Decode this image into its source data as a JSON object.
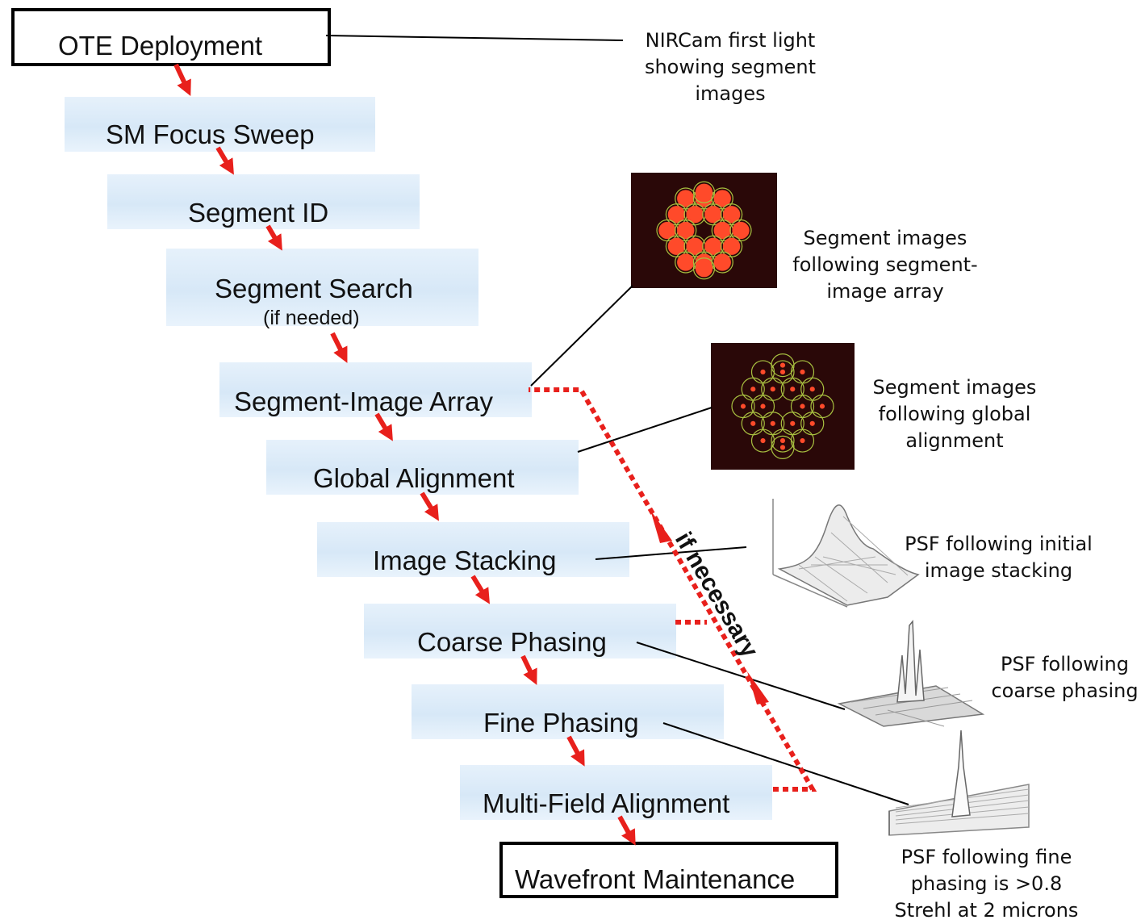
{
  "steps": {
    "ote_deployment": "OTE Deployment",
    "sm_focus_sweep": "SM Focus Sweep",
    "segment_id": "Segment ID",
    "segment_search": "Segment Search",
    "segment_search_note": "(if needed)",
    "segment_image_array": "Segment-Image Array",
    "global_alignment": "Global Alignment",
    "image_stacking": "Image Stacking",
    "coarse_phasing": "Coarse Phasing",
    "fine_phasing": "Fine Phasing",
    "multi_field_alignment": "Multi-Field Alignment",
    "wavefront_maintenance": "Wavefront Maintenance"
  },
  "loop_label": "if necessary",
  "annotations": {
    "first_light": [
      "NIRCam first light",
      "showing segment",
      "images"
    ],
    "segment_array_images": [
      "Segment images",
      "following segment-",
      "image array"
    ],
    "global_alignment_images": [
      "Segment images",
      "following global",
      "alignment"
    ],
    "psf_stacking": [
      "PSF following initial",
      "image stacking"
    ],
    "psf_coarse": [
      "PSF following",
      "coarse phasing"
    ],
    "psf_fine": [
      "PSF following fine",
      "phasing is >0.8",
      "Strehl at 2 microns"
    ]
  },
  "colors": {
    "arrow": "#e8201c",
    "loop": "#e8201c",
    "step_fill": "#dceaf7",
    "spot": "#ff4a2a",
    "ring": "#a8c040"
  }
}
